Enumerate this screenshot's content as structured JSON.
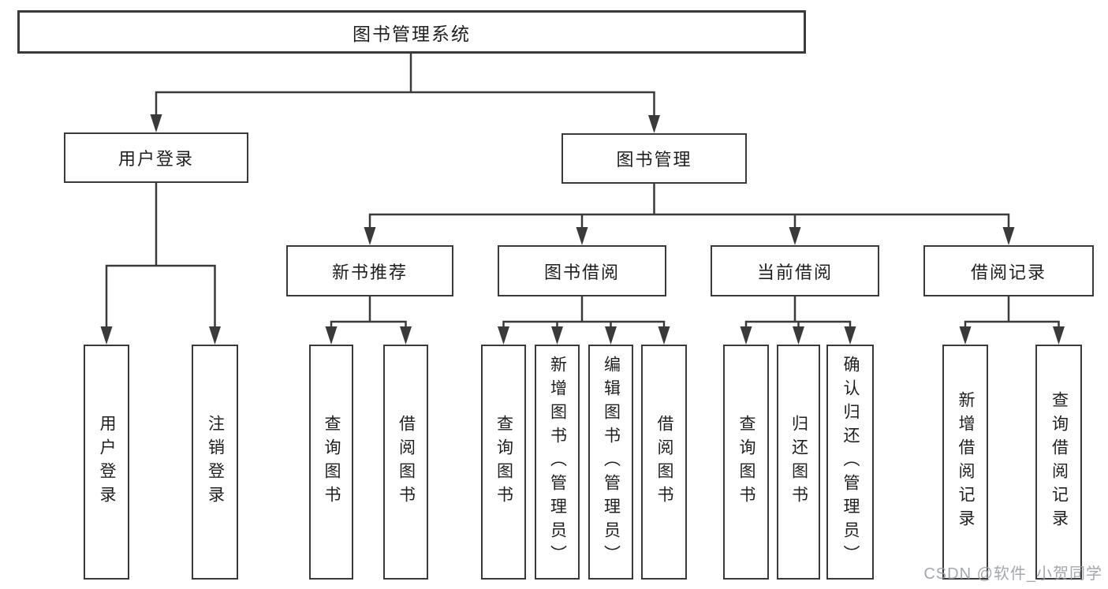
{
  "diagram_title": "图书管理系统",
  "tree": {
    "root": {
      "label": "图书管理系统",
      "children": [
        {
          "label": "用户登录",
          "children": [
            {
              "label": "用户登录"
            },
            {
              "label": "注销登录"
            }
          ]
        },
        {
          "label": "图书管理",
          "children": [
            {
              "label": "新书推荐",
              "children": [
                {
                  "label": "查询图书"
                },
                {
                  "label": "借阅图书"
                }
              ]
            },
            {
              "label": "图书借阅",
              "children": [
                {
                  "label": "查询图书"
                },
                {
                  "label": "新增图书（管理员）"
                },
                {
                  "label": "编辑图书（管理员）"
                },
                {
                  "label": "借阅图书"
                }
              ]
            },
            {
              "label": "当前借阅",
              "children": [
                {
                  "label": "查询图书"
                },
                {
                  "label": "归还图书"
                },
                {
                  "label": "确认归还（管理员）"
                }
              ]
            },
            {
              "label": "借阅记录",
              "children": [
                {
                  "label": "新增借阅记录"
                },
                {
                  "label": "查询借阅记录"
                }
              ]
            }
          ]
        }
      ]
    }
  },
  "watermark": "CSDN @软件_小贺同学",
  "colors": {
    "line": "#3a3a3a",
    "text": "#1f1f1f",
    "background": "#ffffff",
    "watermark": "#979ca2"
  }
}
